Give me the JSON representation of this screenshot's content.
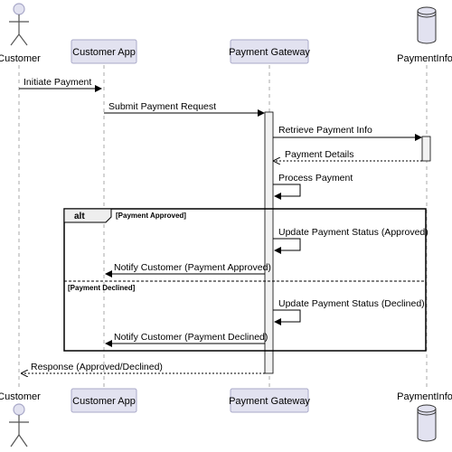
{
  "participants": {
    "customer": "Customer",
    "customer_app": "Customer App",
    "payment_gateway": "Payment Gateway",
    "payment_info": "PaymentInfo"
  },
  "messages": {
    "m1": "Initiate Payment",
    "m2": "Submit Payment Request",
    "m3": "Retrieve Payment Info",
    "m4": "Payment Details",
    "m5": "Process Payment",
    "m6": "Update Payment Status (Approved)",
    "m7": "Notify Customer (Payment Approved)",
    "m8": "Update Payment Status (Declined)",
    "m9": "Notify Customer (Payment Declined)",
    "m10": "Response (Approved/Declined)"
  },
  "fragment": {
    "keyword": "alt",
    "guard_approved": "[Payment Approved]",
    "guard_declined": "[Payment Declined]"
  },
  "colors": {
    "participant_fill": "#e2e2f0",
    "participant_border": "#a8a8c8",
    "lifeline": "#aaaaaa",
    "activation_fill": "#f2f2f2"
  }
}
